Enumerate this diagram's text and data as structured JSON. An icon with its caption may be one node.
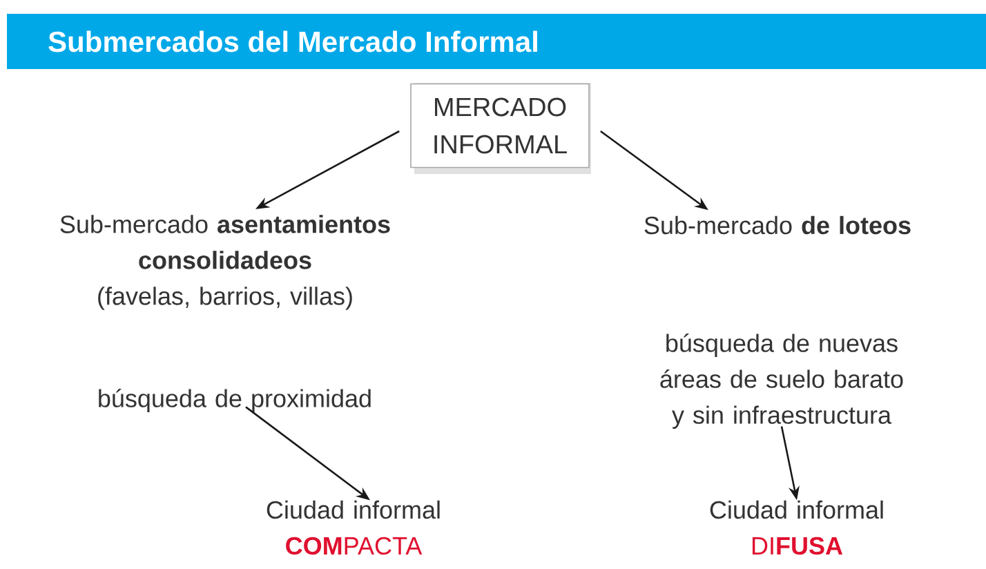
{
  "diagram": {
    "title": "Submercados del Mercado Informal",
    "nodes": [
      {
        "text": [
          "MERCADO INFORMAL"
        ]
      },
      {
        "text": [
          "Sub-mercado **asentamientos consolidadeos**",
          "(favelas, barrios, villas)"
        ]
      },
      {
        "text": [
          "Sub-mercado **de loteos**"
        ]
      },
      {
        "text": [
          "búsqueda de proximidad"
        ]
      },
      {
        "text": [
          "búsqueda de nuevas áreas de suelo barato y sin infraestructura"
        ]
      },
      {
        "text": [
          "Ciudad informal",
          "**COM**PACTA"
        ]
      },
      {
        "text": [
          "Ciudad informal",
          "DI**FUSA**"
        ]
      }
    ],
    "edges": [
      {
        "from": 0,
        "to": 1,
        "arrow": "to"
      },
      {
        "from": 0,
        "to": 2,
        "arrow": "to"
      },
      {
        "from": 3,
        "to": 5,
        "arrow": "to"
      },
      {
        "from": 4,
        "to": 6,
        "arrow": "to"
      }
    ]
  }
}
